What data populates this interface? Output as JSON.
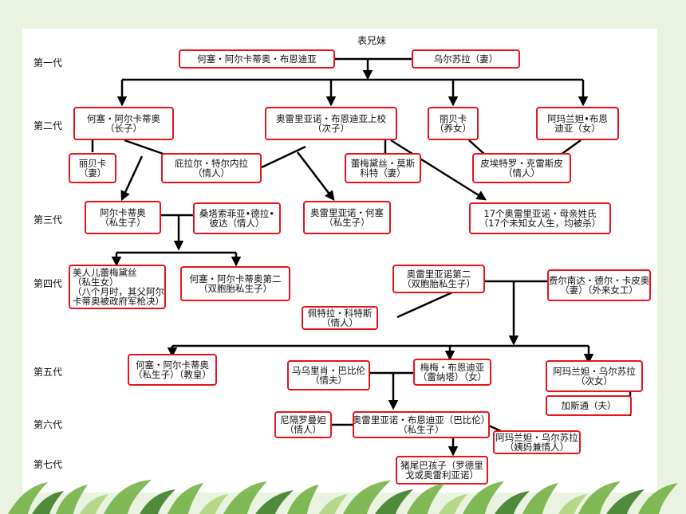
{
  "title": "表兄妹",
  "generations": [
    "第一代",
    "第二代",
    "第三代",
    "第四代",
    "第五代",
    "第六代",
    "第七代"
  ],
  "people": {
    "jose_arcadio": [
      "何塞・阿尔卡蒂奥・布恩迪亚"
    ],
    "ursula": [
      "乌尔苏拉（妻）"
    ],
    "jose_arcadio_2": [
      "何塞・阿尔卡蒂奥",
      "（长子）"
    ],
    "aureliano_colonel": [
      "奥雷里亚诺・布恩迪亚上校",
      "（次子）"
    ],
    "rebeca_adopted": [
      "丽贝卡",
      "（养女）"
    ],
    "amaranta": [
      "阿玛兰妲•布恩",
      "迪亚（女）"
    ],
    "rebeca_wife": [
      "丽贝卡",
      "（妻）"
    ],
    "pilar": [
      "庇拉尔・特尔内拉",
      "（情人）"
    ],
    "remedios": [
      "蕾梅黛丝・莫斯",
      "科特（妻）"
    ],
    "pietro": [
      "皮埃特罗・克雷斯皮",
      "（情人）"
    ],
    "arcadio": [
      "阿尔卡蒂奥",
      "（私生子）"
    ],
    "santa_sofia": [
      "桑塔索菲亚•德拉•",
      "彼达（情人）"
    ],
    "aureliano_jose": [
      "奥雷里亚诺・何塞",
      "（私生子）"
    ],
    "seventeen": [
      "17个奥雷里亚诺・母亲姓氏",
      "（17个未知女人生，均被杀）"
    ],
    "remedios_beauty": [
      "美人儿蕾梅黛丝",
      "（私生女）",
      "（八个月时，其父阿尔",
      "卡蒂奥被政府军枪决）"
    ],
    "jose_arcadio_segundo": [
      "何塞・阿尔卡蒂奥第二",
      "（双胞胎私生子）"
    ],
    "aureliano_segundo": [
      "奥雷里亚诺第二",
      "（双胞胎私生子）"
    ],
    "fernanda": [
      "费尔南达・德尔・卡皮奥",
      "（妻）（外来女工）"
    ],
    "petra": [
      "佩特拉・科特斯",
      "（情人）"
    ],
    "jose_arcadio_pope": [
      "何塞・阿尔卡蒂奥",
      "（私生子）（教皇）"
    ],
    "mauricio": [
      "马乌里肖・巴比伦",
      "（情夫）"
    ],
    "meme": [
      "梅梅・布恩迪亚",
      "（雷纳塔）（女）"
    ],
    "amaranta_ursula": [
      "阿玛兰妲・乌尔苏拉",
      "（次女）"
    ],
    "gaston": [
      "加斯通（夫）"
    ],
    "nigromanta": [
      "尼隔罗曼妲",
      "（情人）"
    ],
    "aureliano_babilonia": [
      "奥雷里亚诺・布恩迪亚（巴比伦）",
      "（私生子）"
    ],
    "amaranta_ursula_2": [
      "阿玛兰妲・乌尔苏拉",
      "（姨妈兼情人）"
    ],
    "pig_tail": [
      "猪尾巴孩子（罗德里",
      "戈或奥雷利亚诺）"
    ]
  }
}
